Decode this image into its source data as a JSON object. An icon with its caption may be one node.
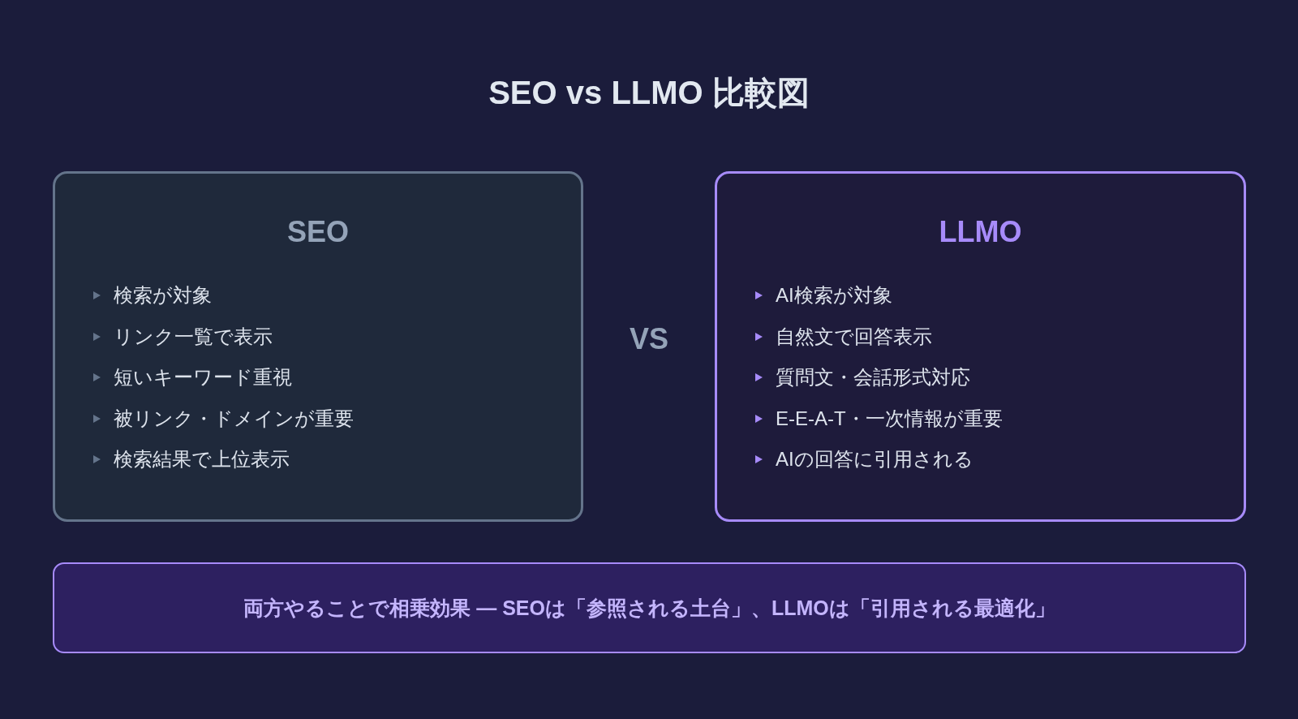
{
  "diagram": {
    "title": "SEO vs LLMO 比較図",
    "nodes": [
      {
        "text": [
          "SEO",
          "検索が対象",
          "リンク一覧で表示",
          "短いキーワード重視",
          "被リンク・ドメインが重要",
          "検索結果で上位表示"
        ]
      },
      {
        "text": [
          "LLMO",
          "AI検索が対象",
          "自然文で回答表示",
          "質問文・会話形式対応",
          "E-E-A-T・一次情報が重要",
          "AIの回答に引用される"
        ]
      },
      {
        "text": [
          "両方やることで相乗効果 — SEOは「参照される土台」、LLMOは「引用される最適化」"
        ]
      }
    ],
    "labels": [
      "VS"
    ]
  }
}
